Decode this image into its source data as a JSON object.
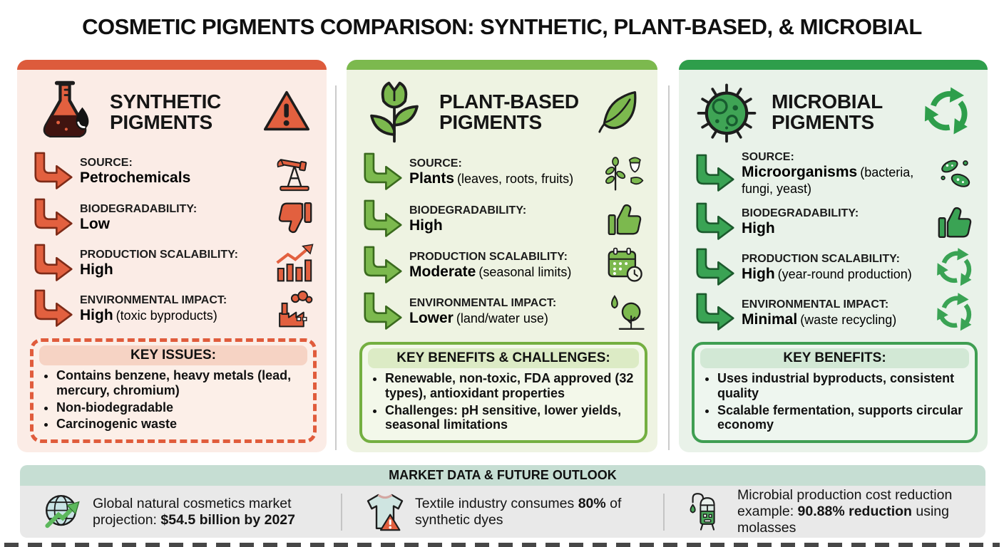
{
  "title": "COSMETIC PIGMENTS COMPARISON: SYNTHETIC, PLANT-BASED, & MICROBIAL",
  "icons": {
    "flask-droplet": "⚗",
    "warning-triangle": "⚠",
    "oil-pump": "⛽",
    "thumbs-down": "👎",
    "bar-chart": "📊",
    "factory": "🏭",
    "plant-flower": "🌷",
    "leaf": "🍃",
    "sprig-acorn": "🌿",
    "thumbs-up": "👍",
    "calendar-clock": "📅",
    "drop-tree": "🌳",
    "microbe": "🦠",
    "recycle": "♻",
    "bacteria": "🦠",
    "cycle": "🔄",
    "globe-arrow": "🌐",
    "tshirt-warning": "👕",
    "fermenter": "🧪"
  },
  "columns": [
    {
      "name": "synthetic",
      "accent": "#DD5B3C",
      "background": "#FBECE6",
      "title_line1": "SYNTHETIC",
      "title_line2": "PIGMENTS",
      "header_icon": "flask-droplet",
      "corner_icon": "warning-triangle",
      "rows": [
        {
          "label": "SOURCE:",
          "value": "Petrochemicals",
          "note": "",
          "icon": "oil-pump"
        },
        {
          "label": "BIODEGRADABILITY:",
          "value": "Low",
          "note": "",
          "icon": "thumbs-down"
        },
        {
          "label": "PRODUCTION SCALABILITY:",
          "value": "High",
          "note": "",
          "icon": "bar-chart"
        },
        {
          "label": "ENVIRONMENTAL IMPACT:",
          "value": "High",
          "note": "(toxic byproducts)",
          "icon": "factory"
        }
      ],
      "box": {
        "title": "KEY ISSUES:",
        "bullets": [
          "Contains benzene, heavy metals (lead, mercury, chromium)",
          "Non-biodegradable",
          "Carcinogenic waste"
        ]
      }
    },
    {
      "name": "plant-based",
      "accent": "#7CB94E",
      "background": "#EEF3E2",
      "title_line1": "PLANT-BASED",
      "title_line2": "PIGMENTS",
      "header_icon": "plant-flower",
      "corner_icon": "leaf",
      "rows": [
        {
          "label": "SOURCE:",
          "value": "Plants",
          "note": "(leaves, roots, fruits)",
          "icon": "sprig-acorn"
        },
        {
          "label": "BIODEGRADABILITY:",
          "value": "High",
          "note": "",
          "icon": "thumbs-up"
        },
        {
          "label": "PRODUCTION SCALABILITY:",
          "value": "Moderate",
          "note": "(seasonal limits)",
          "icon": "calendar-clock"
        },
        {
          "label": "ENVIRONMENTAL IMPACT:",
          "value": "Lower",
          "note": "(land/water use)",
          "icon": "drop-tree"
        }
      ],
      "box": {
        "title": "KEY BENEFITS & CHALLENGES:",
        "bullets": [
          "Renewable, non-toxic, FDA approved (32 types), antioxidant properties",
          "Challenges: pH sensitive, lower yields, seasonal limitations"
        ]
      }
    },
    {
      "name": "microbial",
      "accent": "#2E9E4B",
      "background": "#E9F2E9",
      "title_line1": "MICROBIAL",
      "title_line2": "PIGMENTS",
      "header_icon": "microbe",
      "corner_icon": "recycle",
      "rows": [
        {
          "label": "SOURCE:",
          "value": "Microorganisms",
          "note": "(bacteria, fungi, yeast)",
          "icon": "bacteria"
        },
        {
          "label": "BIODEGRADABILITY:",
          "value": "High",
          "note": "",
          "icon": "thumbs-up"
        },
        {
          "label": "PRODUCTION SCALABILITY:",
          "value": "High",
          "note": "(year-round production)",
          "icon": "cycle"
        },
        {
          "label": "ENVIRONMENTAL IMPACT:",
          "value": "Minimal",
          "note": "(waste recycling)",
          "icon": "cycle"
        }
      ],
      "box": {
        "title": "KEY BENEFITS:",
        "bullets": [
          "Uses industrial byproducts, consistent quality",
          "Scalable fermentation, supports circular economy"
        ]
      }
    }
  ],
  "footer": {
    "title": "MARKET DATA & FUTURE OUTLOOK",
    "band_color": "#C6DED3",
    "panel_color": "#E9E9E9",
    "items": [
      {
        "icon": "globe-arrow",
        "pre": "Global natural cosmetics market projection: ",
        "bold": "$54.5 billion by 2027",
        "post": ""
      },
      {
        "icon": "tshirt-warning",
        "pre": "Textile industry consumes ",
        "bold": "80%",
        "post": " of synthetic dyes"
      },
      {
        "icon": "fermenter",
        "pre": "Microbial production cost reduction example: ",
        "bold": "90.88% reduction",
        "post": " using molasses"
      }
    ]
  }
}
